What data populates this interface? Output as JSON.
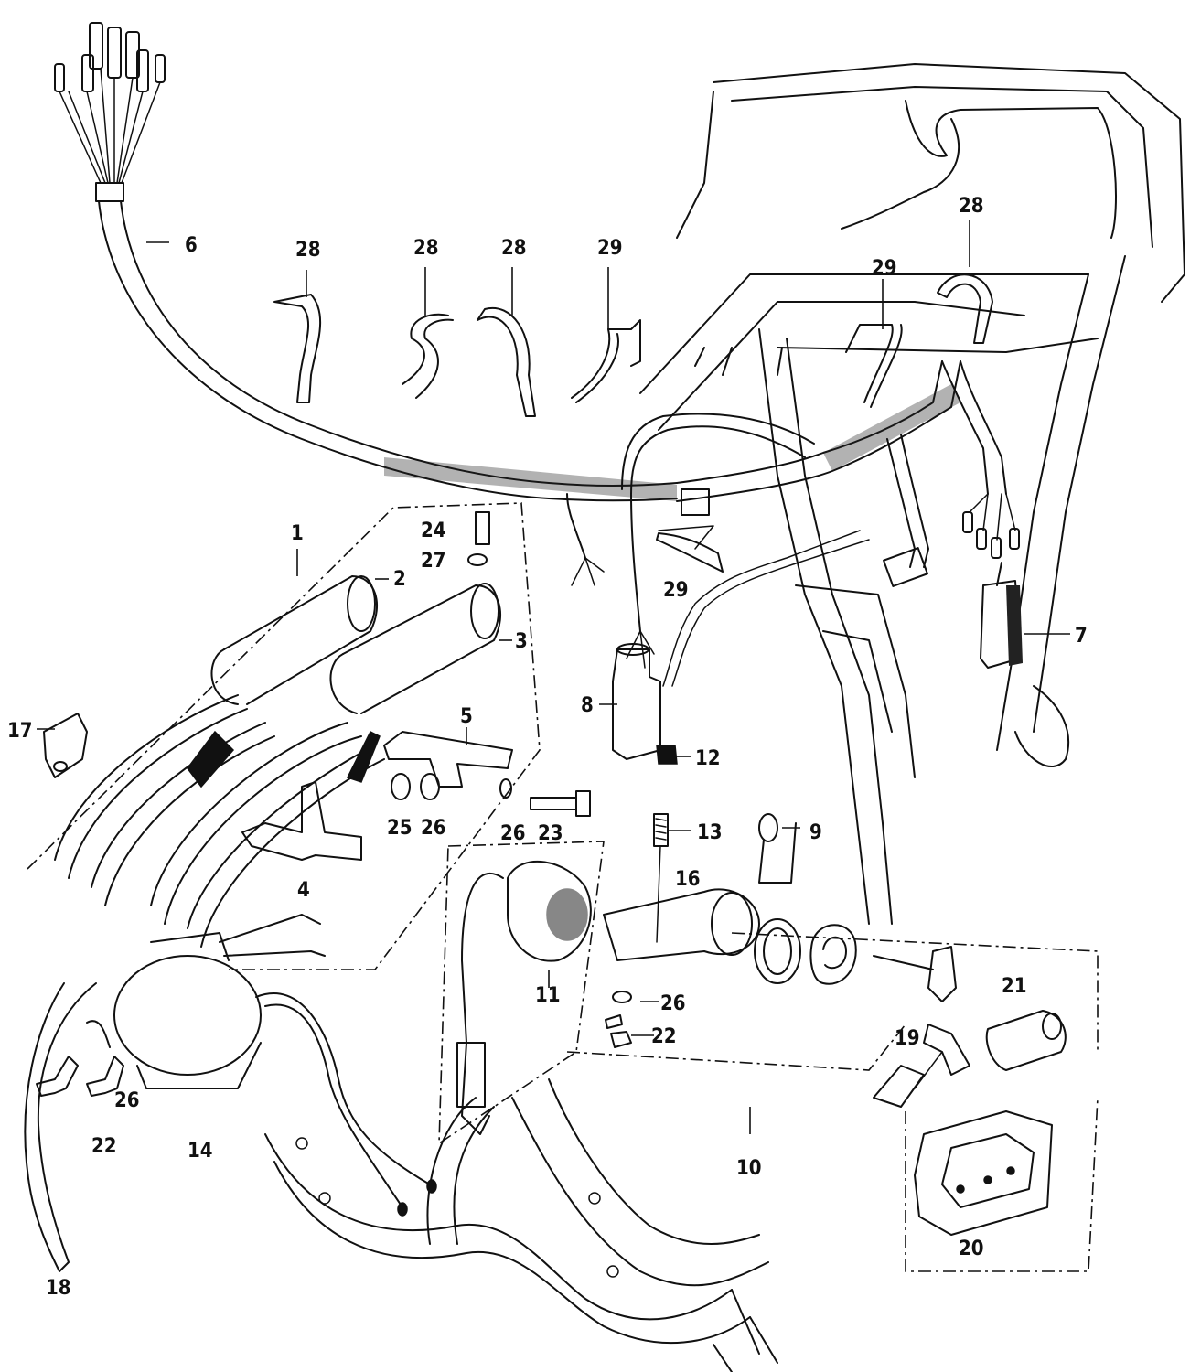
{
  "watermark": "",
  "callouts": {
    "c1": "1",
    "c2": "2",
    "c3": "3",
    "c4": "4",
    "c5": "5",
    "c6": "6",
    "c7": "7",
    "c8": "8",
    "c9": "9",
    "c10": "10",
    "c11": "11",
    "c12": "12",
    "c13": "13",
    "c14": "14",
    "c16": "16",
    "c17": "17",
    "c18": "18",
    "c19": "19",
    "c20": "20",
    "c21": "21",
    "c22a": "22",
    "c22b": "22",
    "c23": "23",
    "c24": "24",
    "c25": "25",
    "c26a": "26",
    "c26b": "26",
    "c26c": "26",
    "c26d": "26",
    "c27": "27",
    "c28a": "28",
    "c28b": "28",
    "c28c": "28",
    "c28d": "28",
    "c29a": "29",
    "c29b": "29",
    "c29c": "29"
  }
}
